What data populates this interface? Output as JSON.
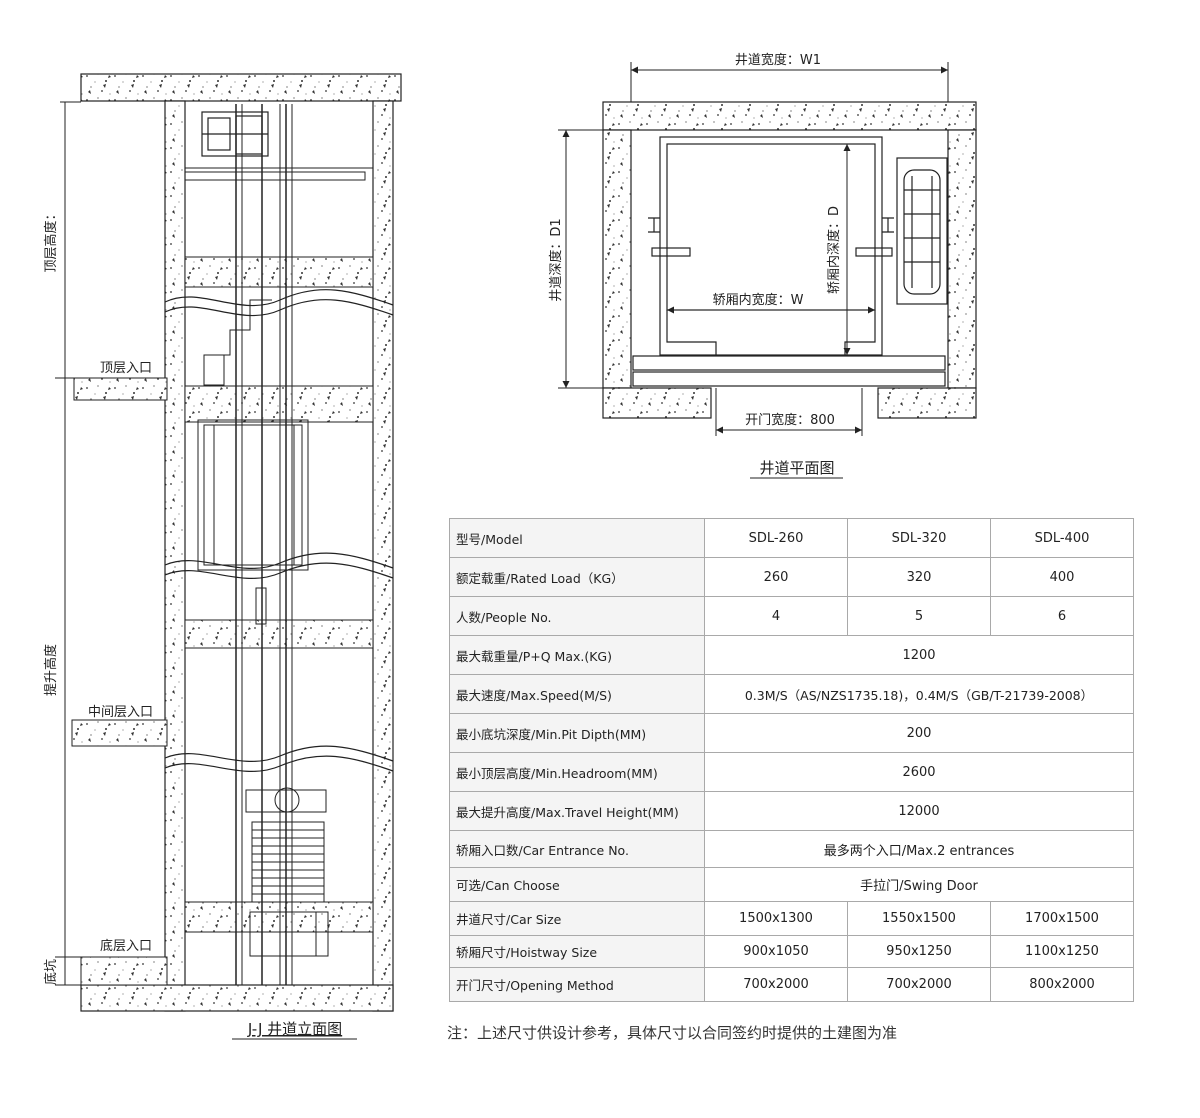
{
  "elevation": {
    "title": "J-J 井道立面图",
    "dims": {
      "headroom": "顶层高度：",
      "travel": "提升高度",
      "pit": "底坑"
    },
    "floors": {
      "top": "顶层入口",
      "middle": "中间层入口",
      "bottom": "底层入口"
    }
  },
  "plan": {
    "title": "井道平面图",
    "shaft_width": "井道宽度：W1",
    "shaft_depth": "井道深度：D1",
    "car_width": "轿厢内宽度：W",
    "car_depth": "轿厢内深度：D",
    "door_width": "开门宽度：800"
  },
  "table": {
    "header": {
      "label": "型号/Model",
      "values": [
        "SDL-260",
        "SDL-320",
        "SDL-400"
      ]
    },
    "rows": [
      {
        "label": "额定载重/Rated Load（KG）",
        "values": [
          "260",
          "320",
          "400"
        ]
      },
      {
        "label": "人数/People No.",
        "values": [
          "4",
          "5",
          "6"
        ]
      },
      {
        "label": "最大载重量/P+Q Max.(KG)",
        "value": "1200"
      },
      {
        "label": "最大速度/Max.Speed(M/S)",
        "value": "0.3M/S（AS/NZS1735.18)，0.4M/S（GB/T-21739-2008）"
      },
      {
        "label": "最小底坑深度/Min.Pit Dipth(MM)",
        "value": "200"
      },
      {
        "label": "最小顶层高度/Min.Headroom(MM)",
        "value": "2600"
      },
      {
        "label": "最大提升高度/Max.Travel Height(MM)",
        "value": "12000"
      },
      {
        "label": "轿厢入口数/Car Entrance No.",
        "value": "最多两个入口/Max.2 entrances"
      },
      {
        "label": "可选/Can Choose",
        "value": "手拉门/Swing Door"
      },
      {
        "label": "井道尺寸/Car Size",
        "values": [
          "1500x1300",
          "1550x1500",
          "1700x1500"
        ]
      },
      {
        "label": "轿厢尺寸/Hoistway Size",
        "values": [
          "900x1050",
          "950x1250",
          "1100x1250"
        ]
      },
      {
        "label": "开门尺寸/Opening Method",
        "values": [
          "700x2000",
          "700x2000",
          "800x2000"
        ]
      }
    ]
  },
  "note": "注：上述尺寸供设计参考，具体尺寸以合同签约时提供的土建图为准"
}
